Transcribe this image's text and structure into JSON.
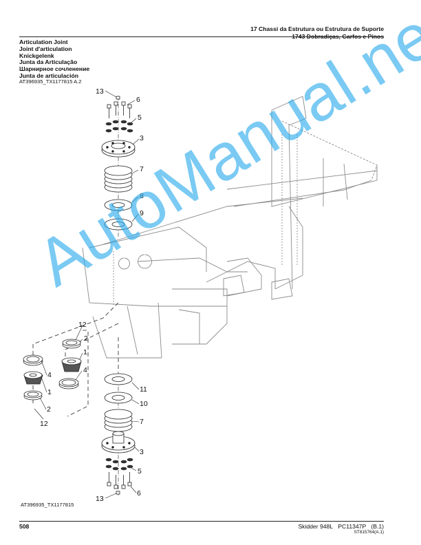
{
  "header": {
    "line1": "17 Chassi da Estrutura ou Estrutura de Suporte",
    "line2": "1743 Dobradiças, Garfos e Pinos"
  },
  "titles": [
    "Articulation Joint",
    "Joint d'articulation",
    "Knickgelenk",
    "Junta da Articulação",
    "Шарнирное сочленение",
    "Junta de articulación"
  ],
  "figure_ref_top": "AT396935_TX1177815 A.2",
  "figure_ref_bottom": "AT396935_TX1177815",
  "callouts": {
    "top_13": "13",
    "top_6": "6",
    "top_5": "5",
    "top_3": "3",
    "top_7": "7",
    "top_8": "8",
    "top_9": "9",
    "mid_12": "12",
    "mid_2": "2",
    "mid_1": "1",
    "mid_4": "4",
    "left_4": "4",
    "left_1": "1",
    "left_2": "2",
    "left_12": "12",
    "bot_11": "11",
    "bot_10": "10",
    "bot_7": "7",
    "bot_3": "3",
    "bot_5": "5",
    "bot_6": "6",
    "bot_13": "13"
  },
  "watermark": "AutoManual.net",
  "footer": {
    "page_number": "508",
    "machine": "Skidder 948L",
    "catalog": "PC11347P",
    "revision": "(B.1)",
    "code": "ST815764(A.1)"
  },
  "colors": {
    "watermark": "#28aaeb",
    "ink": "#111111"
  }
}
